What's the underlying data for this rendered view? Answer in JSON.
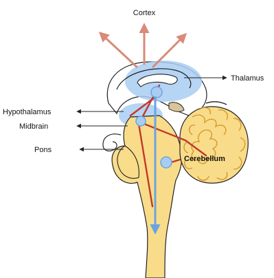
{
  "labels": {
    "cortex": "Cortex",
    "thalamus": "Thalamus",
    "hypothalamus": "Hypothalamus",
    "midbrain": "Midbrain",
    "pons": "Pons",
    "cerebellum": "Cerebellum"
  },
  "colors": {
    "tissue": "#f9dc8a",
    "tissue_dark": "#e8b94d",
    "highlight_blue": "#a9cdf2",
    "pathway_red": "#c0392b",
    "projection_arrow": "#d98a7a",
    "descending_arrow": "#6aa4e0",
    "outline": "#222222"
  }
}
